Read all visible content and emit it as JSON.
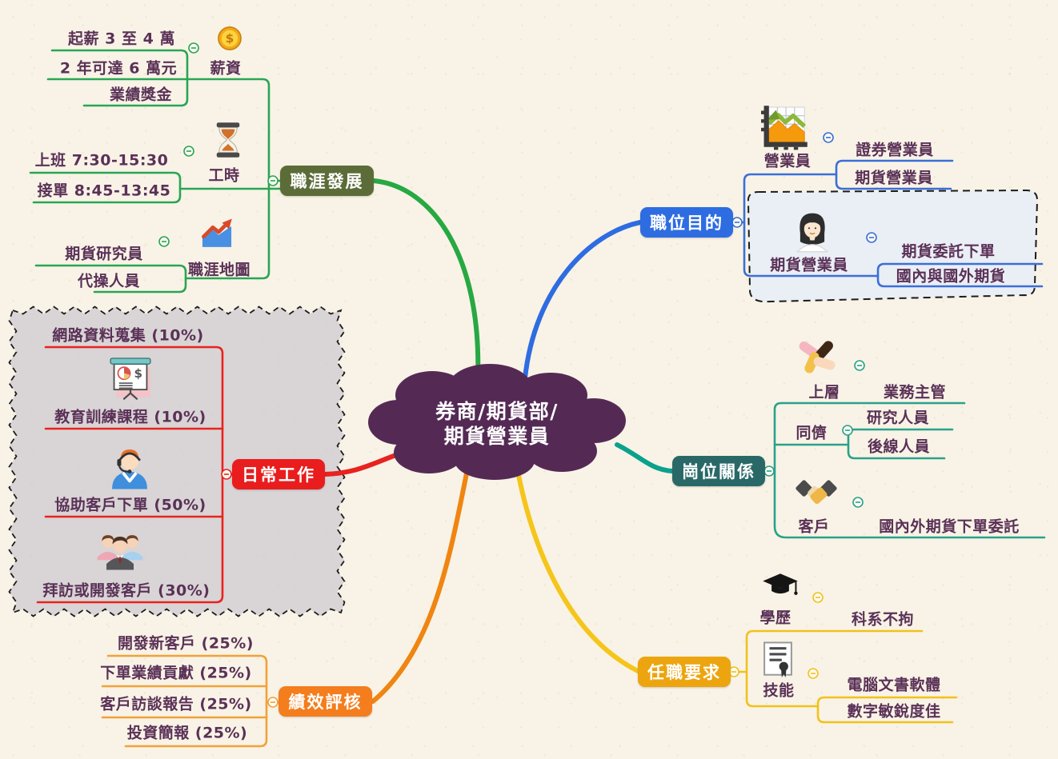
{
  "central": {
    "line1": "券商/期貨部/",
    "line2": "期貨營業員"
  },
  "colors": {
    "background": "#f8f3e6",
    "cloud": "#542a55",
    "node_text": "#5a3157",
    "career_label_bg": "#5c6c38",
    "career_line": "#2aa554",
    "career_curve": "#27a843",
    "purpose_label_bg": "#2e6ce2",
    "purpose_line": "#3a6fd8",
    "daily_label_bg": "#e91d1d",
    "daily_line": "#e8231f",
    "relations_label_bg": "#2a6868",
    "relations_line": "#2aa18b",
    "relations_curve": "#0aa18d",
    "performance_label_bg": "#f47d1d",
    "performance_line": "#f2a139",
    "performance_curve": "#f08511",
    "requirements_label_bg": "#eca50f",
    "requirements_line": "#f2c11c",
    "requirements_curve": "#f5c51b"
  },
  "branches": {
    "career": {
      "label": "職涯發展",
      "salary": {
        "label": "薪資",
        "icon": "coin-icon",
        "children": [
          "起薪 3 至 4 萬",
          "2 年可達 6 萬元",
          "業績獎金"
        ]
      },
      "hours": {
        "label": "工時",
        "icon": "hourglass-icon",
        "children": [
          "上班 7:30-15:30",
          "接單 8:45-13:45"
        ]
      },
      "map": {
        "label": "職涯地圖",
        "icon": "trend-chart-icon",
        "children": [
          "期貨研究員",
          "代操人員"
        ]
      }
    },
    "purpose": {
      "label": "職位目的",
      "sales": {
        "label": "營業員",
        "icon": "bar-chart-icon",
        "children": [
          "證券營業員",
          "期貨營業員"
        ]
      },
      "futures_sales": {
        "label": "期貨營業員",
        "icon": "woman-avatar-icon",
        "children": [
          "期貨委託下單",
          "國內與國外期貨"
        ]
      }
    },
    "daily": {
      "label": "日常工作",
      "items": [
        "網路資料蒐集 (10%)",
        "教育訓練課程 (10%)",
        "協助客戶下單 (50%)",
        "拜訪或開發客戶 (30%)"
      ],
      "item_icons": [
        "",
        "presentation-icon",
        "support-agent-icon",
        "team-icon"
      ]
    },
    "relations": {
      "label": "崗位關係",
      "upper": {
        "label": "上層",
        "icon": "hands-together-icon",
        "child": "業務主管"
      },
      "peers": {
        "label": "同儕",
        "children": [
          "研究人員",
          "後線人員"
        ]
      },
      "customers": {
        "label": "客戶",
        "icon": "handshake-icon",
        "child": "國內外期貨下單委託"
      }
    },
    "performance": {
      "label": "績效評核",
      "items": [
        "開發新客戶 (25%)",
        "下單業績貢獻 (25%)",
        "客戶訪談報告 (25%)",
        "投資簡報 (25%)"
      ]
    },
    "requirements": {
      "label": "任職要求",
      "education": {
        "label": "學歷",
        "icon": "graduation-cap-icon",
        "child": "科系不拘"
      },
      "skills": {
        "label": "技能",
        "icon": "certificate-icon",
        "children": [
          "電腦文書軟體",
          "數字敏銳度佳"
        ]
      }
    }
  }
}
